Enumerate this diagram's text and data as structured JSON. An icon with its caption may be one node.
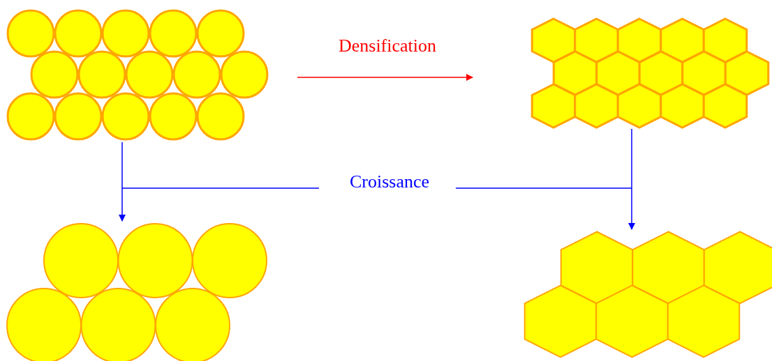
{
  "diagram": {
    "nodes": [
      {
        "text": [],
        "shape": "picture"
      },
      {
        "text": [],
        "shape": "picture"
      },
      {
        "text": [],
        "shape": "picture"
      },
      {
        "text": [],
        "shape": "picture"
      }
    ],
    "edges": [
      {
        "from": 0,
        "to": 1,
        "arrow": "to",
        "label": "Densification",
        "color": "#ff0000"
      },
      {
        "from": 0,
        "to": 2,
        "arrow": "to"
      },
      {
        "from": 1,
        "to": 3,
        "arrow": "to"
      }
    ],
    "labels": [
      "Croissance"
    ]
  }
}
